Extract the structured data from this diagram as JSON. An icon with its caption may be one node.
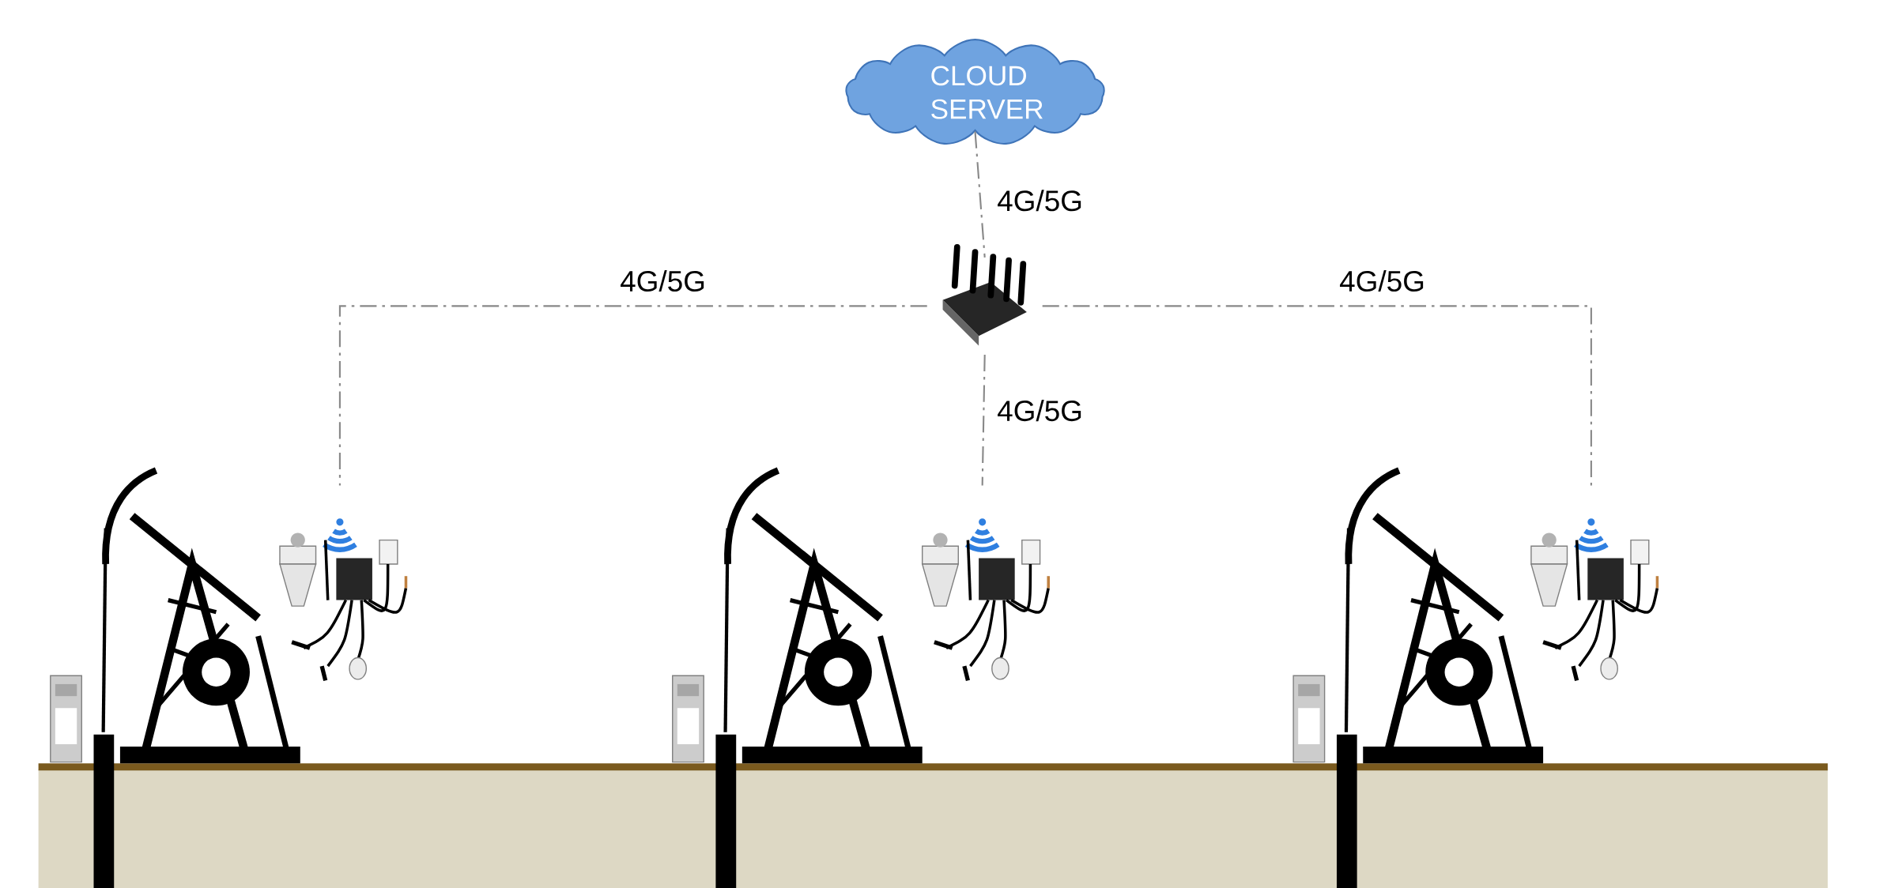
{
  "diagram": {
    "nodes": [
      {
        "text": [
          "CLOUD SERVER"
        ]
      },
      {
        "text": [],
        "shape": "picture"
      },
      {
        "text": [],
        "shape": "picture"
      },
      {
        "text": [],
        "shape": "picture"
      },
      {
        "text": [],
        "shape": "picture"
      }
    ],
    "edges": [
      {
        "from": 0,
        "to": 1,
        "arrow": "none",
        "label": "4G/5G"
      },
      {
        "from": 1,
        "to": 2,
        "arrow": "none",
        "label": "4G/5G"
      },
      {
        "from": 1,
        "to": 3,
        "arrow": "none",
        "label": "4G/5G"
      },
      {
        "from": 1,
        "to": 4,
        "arrow": "none",
        "label": "4G/5G"
      }
    ]
  }
}
